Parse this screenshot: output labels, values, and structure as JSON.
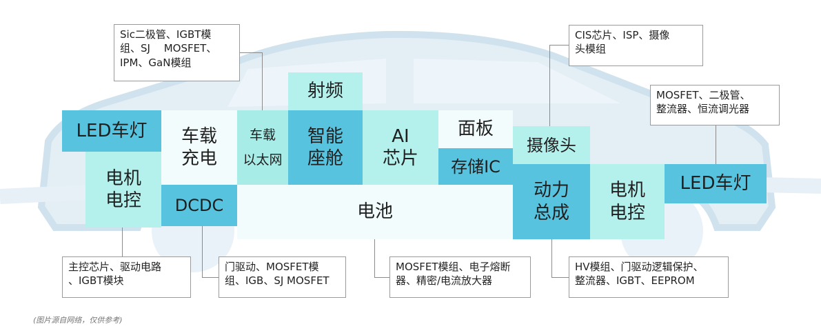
{
  "blocks": {
    "led_left": "LED车灯",
    "charging": "车载\n充电",
    "ethernet": "车载\n以太网",
    "rf": "射频",
    "cockpit": "智能\n座舱",
    "ai_chip": "AI\n芯片",
    "panel": "面板",
    "storage": "存储IC",
    "camera": "摄像头",
    "motor_left": "电机\n电控",
    "dcdc": "DCDC",
    "battery": "电池",
    "powertrain": "动力\n总成",
    "motor_right": "电机\n电控",
    "led_right": "LED车灯"
  },
  "annotations": {
    "top_left": "Sic二极管、IGBT模\n组、SJ　 MOSFET、\nIPM、GaN模组",
    "top_mid": "CIS芯片、ISP、摄像\n头模组",
    "top_right": "MOSFET、二极管、\n整流器、恒流调光器",
    "bottom_1": "主控芯片、驱动电路\n、IGBT模块",
    "bottom_2": "门驱动、MOSFET模\n组、IGB、SJ MOSFET",
    "bottom_3": "MOSFET模组、电子熔断\n器、精密/电流放大器",
    "bottom_4": "HV模组、门驱动逻辑保护、\n整流器、IGBT、EEPROM"
  },
  "footnote": "(图片源自网络，仅供参考)"
}
